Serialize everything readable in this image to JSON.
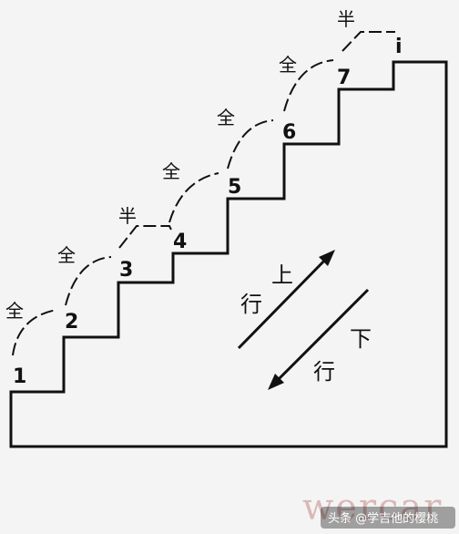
{
  "steps": [
    "1",
    "2",
    "3",
    "4",
    "5",
    "6",
    "7",
    "i"
  ],
  "intervals": [
    "全",
    "全",
    "半",
    "全",
    "全",
    "全",
    "半"
  ],
  "ascending": {
    "chars": [
      "上",
      "行"
    ]
  },
  "descending": {
    "chars": [
      "下",
      "行"
    ]
  },
  "watermark": "wercar",
  "credit": "头条 @学吉他的樱桃"
}
